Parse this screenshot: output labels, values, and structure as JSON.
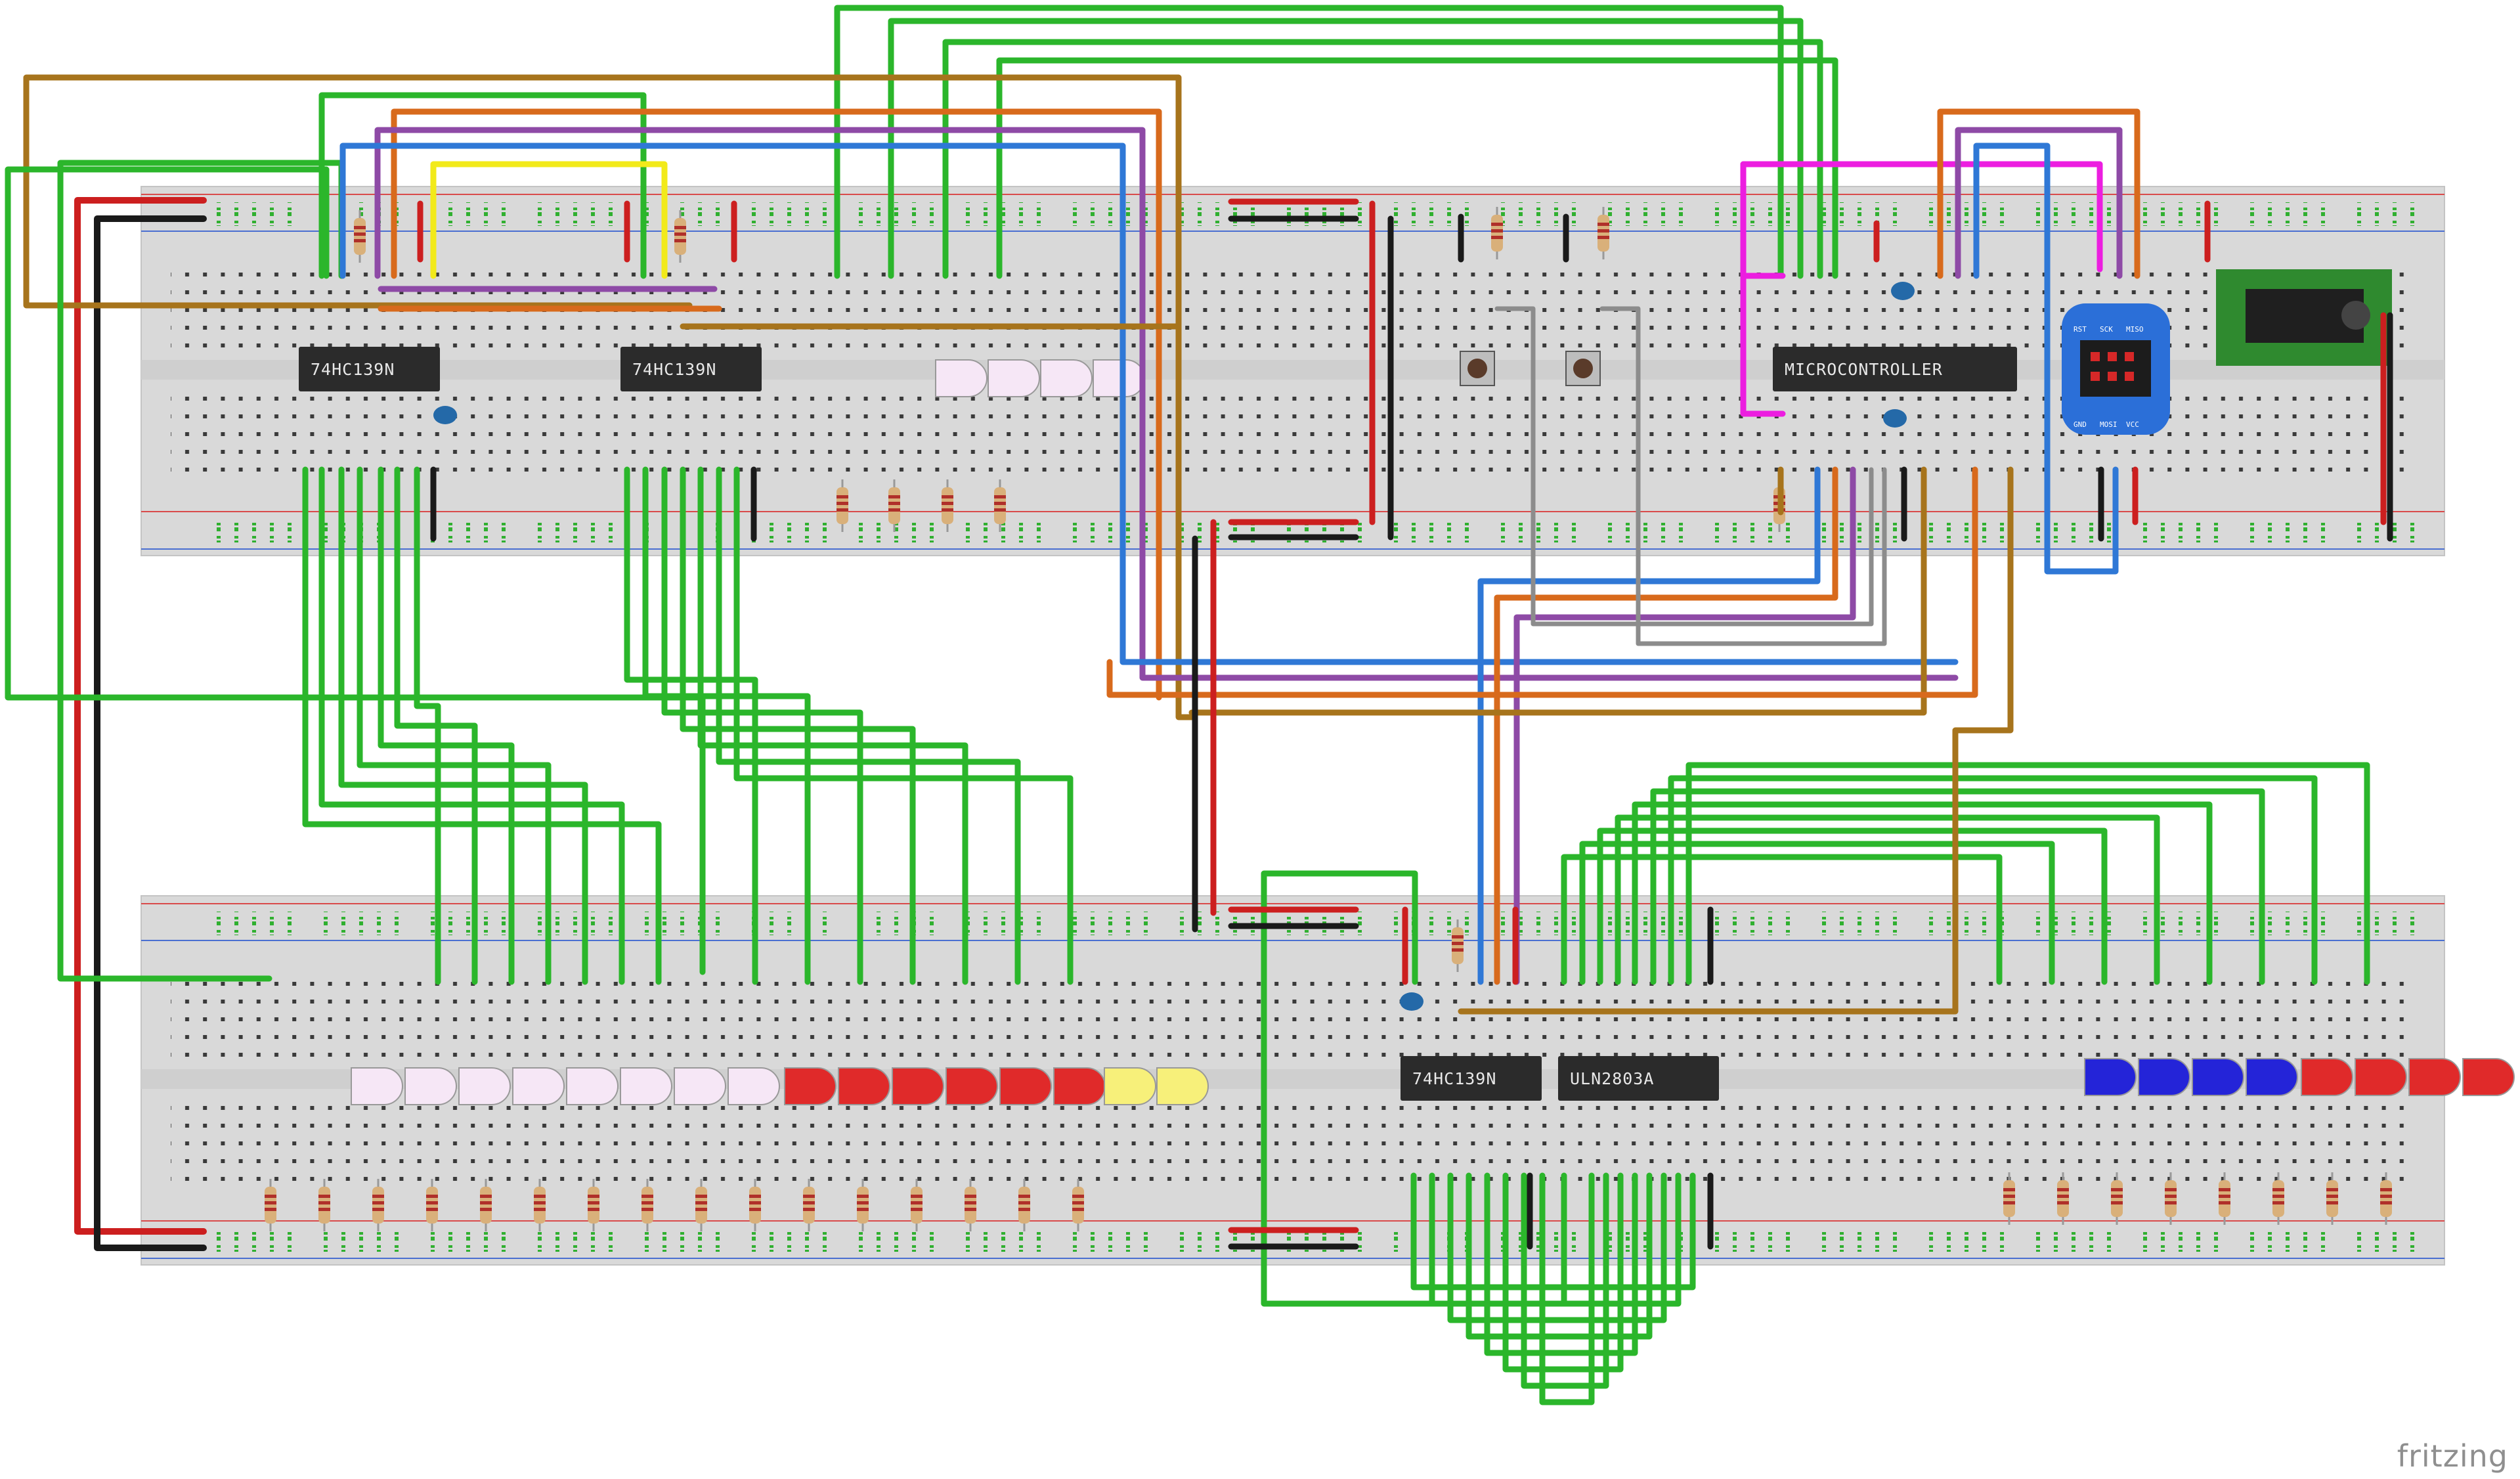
{
  "watermark": "fritzing",
  "chips": [
    {
      "id": "u1",
      "label": "74HC139N"
    },
    {
      "id": "u2",
      "label": "74HC139N"
    },
    {
      "id": "mcu",
      "label": "MICROCONTROLLER"
    },
    {
      "id": "u3",
      "label": "74HC139N"
    },
    {
      "id": "drv",
      "label": "ULN2803A"
    }
  ],
  "isp_header": {
    "pins": [
      "RST",
      "SCK",
      "MISO",
      "GND",
      "MOSI",
      "VCC"
    ]
  },
  "colors": {
    "board": "#d9d9d9",
    "rail_red": "#d94b4b",
    "rail_blue": "#4a6fd1",
    "hole": "#3a3a3a",
    "hole_used": "#30b030",
    "wire_green": "#2bb62b",
    "wire_red": "#cc1f1f",
    "wire_black": "#1a1a1a",
    "wire_blue": "#2f78d6",
    "wire_purple": "#8e4aa6",
    "wire_orange": "#d86a1c",
    "wire_brown": "#a7741c",
    "wire_yellow": "#f2ea1a",
    "wire_gray": "#8c8c8c",
    "wire_magenta": "#ec1ee0",
    "chip": "#2b2b2b",
    "led_white": "#f6e7f6",
    "led_red": "#e02a2a",
    "led_yellow": "#f7f07a",
    "led_blue": "#2424d8",
    "cap": "#2469a8",
    "isp": "#2b6fd8",
    "jack": "#2f8a2f"
  }
}
